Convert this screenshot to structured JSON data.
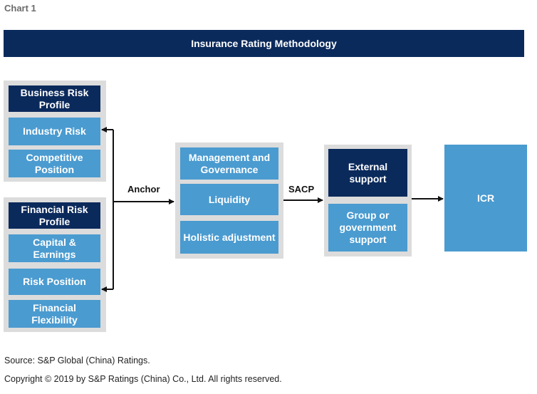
{
  "chart_label": "Chart 1",
  "banner_title": "Insurance Rating Methodology",
  "business_group": {
    "header": "Business Risk Profile",
    "items": [
      "Industry Risk",
      "Competitive Position"
    ]
  },
  "financial_group": {
    "header": "Financial Risk Profile",
    "items": [
      "Capital & Earnings",
      "Risk Position",
      "Financial Flexibility"
    ]
  },
  "anchor_label": "Anchor",
  "middle_group": {
    "items": [
      "Management and Governance",
      "Liquidity",
      "Holistic adjustment"
    ]
  },
  "sacp_label": "SACP",
  "support_group": {
    "header": "External support",
    "items": [
      "Group or government support"
    ]
  },
  "icr_label": "ICR",
  "footer": {
    "source": "Source: S&P Global (China) Ratings.",
    "copyright": "Copyright © 2019 by S&P Ratings (China) Co., Ltd. All rights reserved."
  },
  "colors": {
    "dark_navy": "#0b2a5c",
    "light_blue": "#4a9bd0",
    "group_gray": "#dcdcdc"
  }
}
